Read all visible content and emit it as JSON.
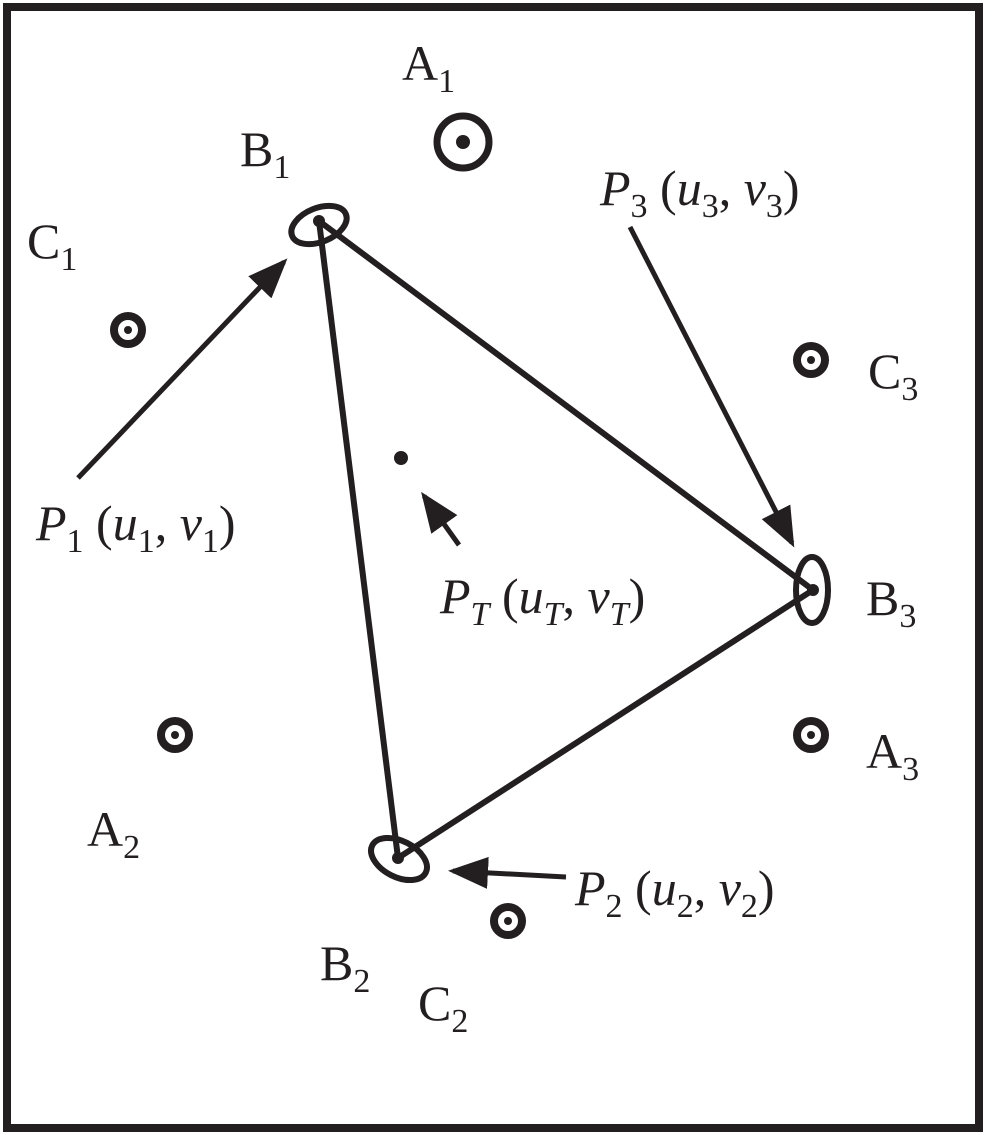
{
  "colors": {
    "ink": "#231f20",
    "background": "#ffffff"
  },
  "labels": {
    "a1": {
      "base": "A",
      "sub": "1"
    },
    "a2": {
      "base": "A",
      "sub": "2"
    },
    "a3": {
      "base": "A",
      "sub": "3"
    },
    "b1": {
      "base": "B",
      "sub": "1"
    },
    "b2": {
      "base": "B",
      "sub": "2"
    },
    "b3": {
      "base": "B",
      "sub": "3"
    },
    "c1": {
      "base": "C",
      "sub": "1"
    },
    "c2": {
      "base": "C",
      "sub": "2"
    },
    "c3": {
      "base": "C",
      "sub": "3"
    }
  },
  "points": {
    "p1": {
      "name": "P",
      "index": "1",
      "u": "u",
      "v": "v",
      "open": " (",
      "comma": ", ",
      "close": ")"
    },
    "p2": {
      "name": "P",
      "index": "2",
      "u": "u",
      "v": "v",
      "open": " (",
      "comma": ", ",
      "close": ")"
    },
    "p3": {
      "name": "P",
      "index": "3",
      "u": "u",
      "v": "v",
      "open": " (",
      "comma": ", ",
      "close": ")"
    },
    "pt": {
      "name": "P",
      "index": "T",
      "u": "u",
      "v": "v",
      "open": " (",
      "comma": ", ",
      "close": ")"
    }
  }
}
